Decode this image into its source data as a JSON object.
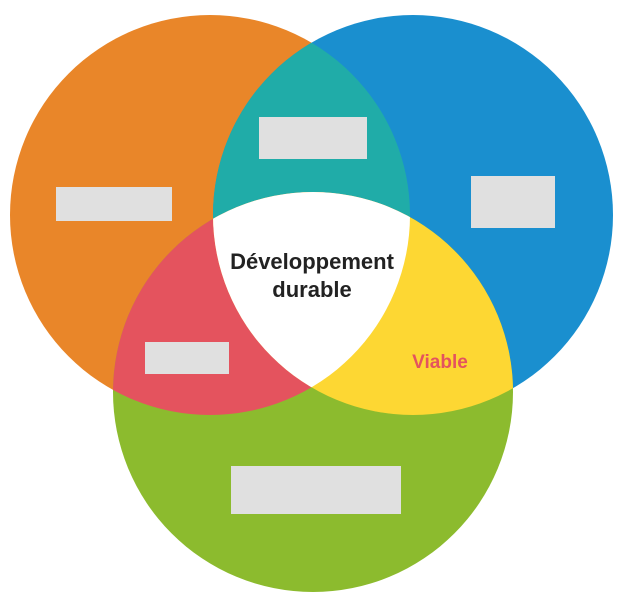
{
  "diagram": {
    "type": "venn-3",
    "center_label_line1": "Développement",
    "center_label_line2": "durable",
    "viable_label": "Viable",
    "colors": {
      "left_circle": "#E98629",
      "right_circle": "#1A8FCF",
      "bottom_circle": "#8CBB2E",
      "left_right_overlap": "#20ACA8",
      "left_bottom_overlap": "#E4535E",
      "right_bottom_overlap": "#FDD733",
      "center": "#FFFFFF",
      "placeholder_box": "#E0E0E0",
      "center_text": "#222222",
      "viable_text": "#E4535E"
    }
  }
}
